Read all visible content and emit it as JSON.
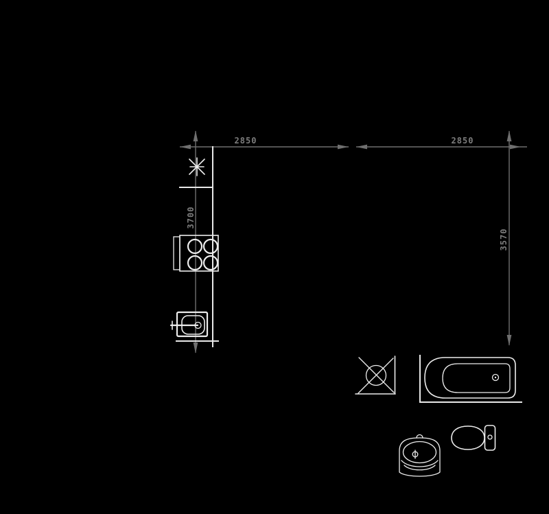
{
  "window": {
    "background": "#000000"
  },
  "palette": {
    "background": "#000000",
    "dimension_lines": "#6f6f6f",
    "dimension_text": "#7d7d7d",
    "walls": "#e9e9e9",
    "fixtures": "#ededed"
  },
  "dimensions": {
    "top_left_width": "2850",
    "top_right_width": "2850",
    "left_height": "3700",
    "right_height": "3570"
  },
  "fixtures": {
    "ceiling_light": "ceiling-light-symbol",
    "cooktop": "cooktop-4-burner-symbol",
    "kitchen_sink": "kitchen-sink-symbol",
    "shower": "shower-tray-symbol",
    "bathtub": "bathtub-symbol",
    "washbasin": "washbasin-symbol",
    "toilet": "toilet-symbol"
  }
}
